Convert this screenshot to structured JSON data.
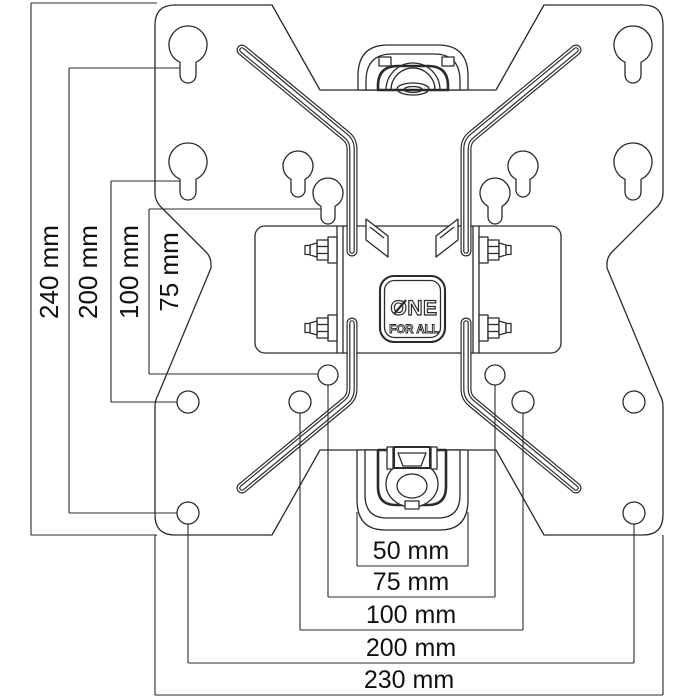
{
  "diagram": {
    "kind": "technical-drawing",
    "colors": {
      "line": "#2b2b2b",
      "background": "#ffffff",
      "text": "#111111"
    },
    "logo": {
      "line1": "ONE",
      "line2": "FOR ALL"
    },
    "dimensions": {
      "left": [
        {
          "label": "240 mm",
          "value_mm": 240
        },
        {
          "label": "200 mm",
          "value_mm": 200
        },
        {
          "label": "100 mm",
          "value_mm": 100
        },
        {
          "label": "75 mm",
          "value_mm": 75
        }
      ],
      "bottom": [
        {
          "label": "50 mm",
          "value_mm": 50
        },
        {
          "label": "75 mm",
          "value_mm": 75
        },
        {
          "label": "100 mm",
          "value_mm": 100
        },
        {
          "label": "200 mm",
          "value_mm": 200
        },
        {
          "label": "230 mm",
          "value_mm": 230
        }
      ]
    }
  }
}
